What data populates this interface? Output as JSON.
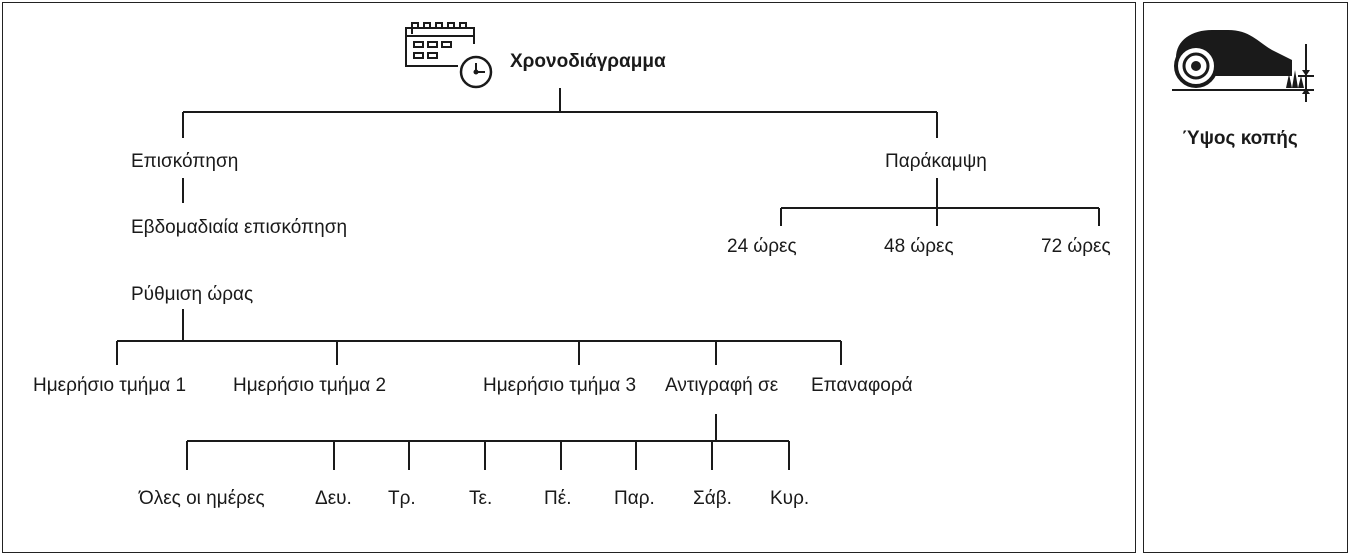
{
  "root": {
    "label": "Χρονοδιάγραμμα",
    "icon": "calendar-clock-icon"
  },
  "overview": {
    "label": "Επισκόπηση",
    "weekly": "Εβδομαδιαία επισκόπηση",
    "time_setting": "Ρύθμιση ώρας"
  },
  "time_options": [
    "Ημερήσιο τμήμα 1",
    "Ημερήσιο τμήμα 2",
    "Ημερήσιο τμήμα 3",
    "Αντιγραφή σε",
    "Επαναφορά"
  ],
  "copy_targets": [
    "Όλες οι ημέρες",
    "Δευ.",
    "Τρ.",
    "Τε.",
    "Πέ.",
    "Παρ.",
    "Σάβ.",
    "Κυρ."
  ],
  "bypass": {
    "label": "Παράκαμψη",
    "options": [
      "24 ώρες",
      "48 ώρες",
      "72 ώρες"
    ]
  },
  "side": {
    "label": "Ύψος κοπής",
    "icon": "mower-cutting-height-icon"
  }
}
